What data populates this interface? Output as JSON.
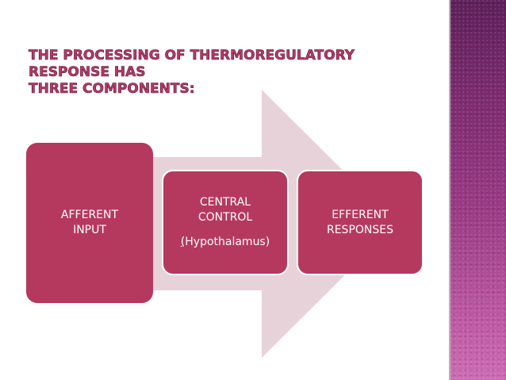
{
  "slide": {
    "title_line1": "The processing of thermoregulatory response has",
    "title_line2": "three components:"
  },
  "diagram": {
    "boxes": [
      {
        "line1": "AFFERENT",
        "line2": "INPUT"
      },
      {
        "line1": "CENTRAL",
        "line2": "CONTROL",
        "note_open": "(",
        "note_rest": "Hypothalamus)"
      },
      {
        "line1": "EFFERENT",
        "line2": "RESPONSES"
      }
    ]
  },
  "colors": {
    "title": "#b33a66",
    "box": "#b5395f",
    "arrow": "#e8d2d9",
    "side_band": "#8a2f78"
  }
}
